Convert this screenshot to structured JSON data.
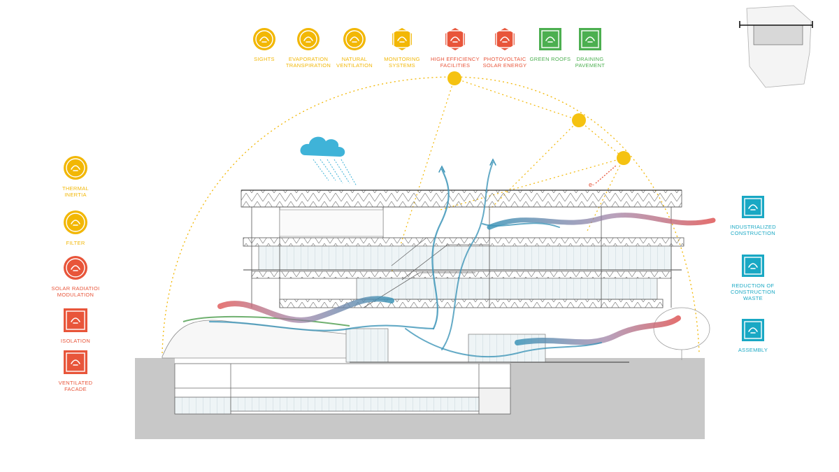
{
  "colors": {
    "yellow": "#f2b705",
    "orange_red": "#e8553a",
    "green": "#4caf50",
    "cyan": "#19a8c4",
    "grey_ground": "#c8c8c8",
    "wind_red": "#e06060",
    "wind_blue": "#3d95b8",
    "cloud": "#3fb3d8"
  },
  "top_icons": [
    {
      "label": "SIGHTS",
      "icon": "eye-icon",
      "color": "yellow"
    },
    {
      "label": "EVAPORATION\nTRANSPIRATION",
      "icon": "evaporation-icon",
      "color": "yellow"
    },
    {
      "label": "NATURAL\nVENTILATION",
      "icon": "ventilation-icon",
      "color": "yellow"
    },
    {
      "label": "MONITORING\nSYSTEMS",
      "icon": "monitoring-icon",
      "color": "yellow"
    },
    {
      "label": "HIGH EFFICIENCY\nFACILITIES",
      "icon": "efficiency-icon",
      "color": "orange_red"
    },
    {
      "label": "PHOTOVOLTAIC\nSOLAR ENERGY",
      "icon": "solar-panel-icon",
      "color": "orange_red"
    },
    {
      "label": "GREEN ROOFS",
      "icon": "green-roof-icon",
      "color": "green"
    },
    {
      "label": "DRAINING\nPAVEMENT",
      "icon": "pavement-icon",
      "color": "green"
    }
  ],
  "left_icons": [
    {
      "label": "THERMAL\nINERTIA",
      "icon": "thermal-inertia-icon",
      "color": "yellow"
    },
    {
      "label": "FILTER",
      "icon": "filter-icon",
      "color": "yellow"
    },
    {
      "label": "SOLAR RADIATIOI\nMODULATION",
      "icon": "solar-radiation-icon",
      "color": "orange_red"
    },
    {
      "label": "ISOLATION",
      "icon": "isolation-icon",
      "color": "orange_red"
    },
    {
      "label": "VENTILATED\nFACADE",
      "icon": "ventilated-facade-icon",
      "color": "orange_red"
    }
  ],
  "right_icons": [
    {
      "label": "INDUSTRIALIZED\nCONSTRUCTION",
      "icon": "gear-icon",
      "color": "cyan"
    },
    {
      "label": "REDUCTION OF\nCONSTRUCTION\nWASTE",
      "icon": "waste-bin-icon",
      "color": "cyan"
    },
    {
      "label": "ASSEMBLY",
      "icon": "assembly-icon",
      "color": "cyan"
    }
  ],
  "electron_label": "e-"
}
